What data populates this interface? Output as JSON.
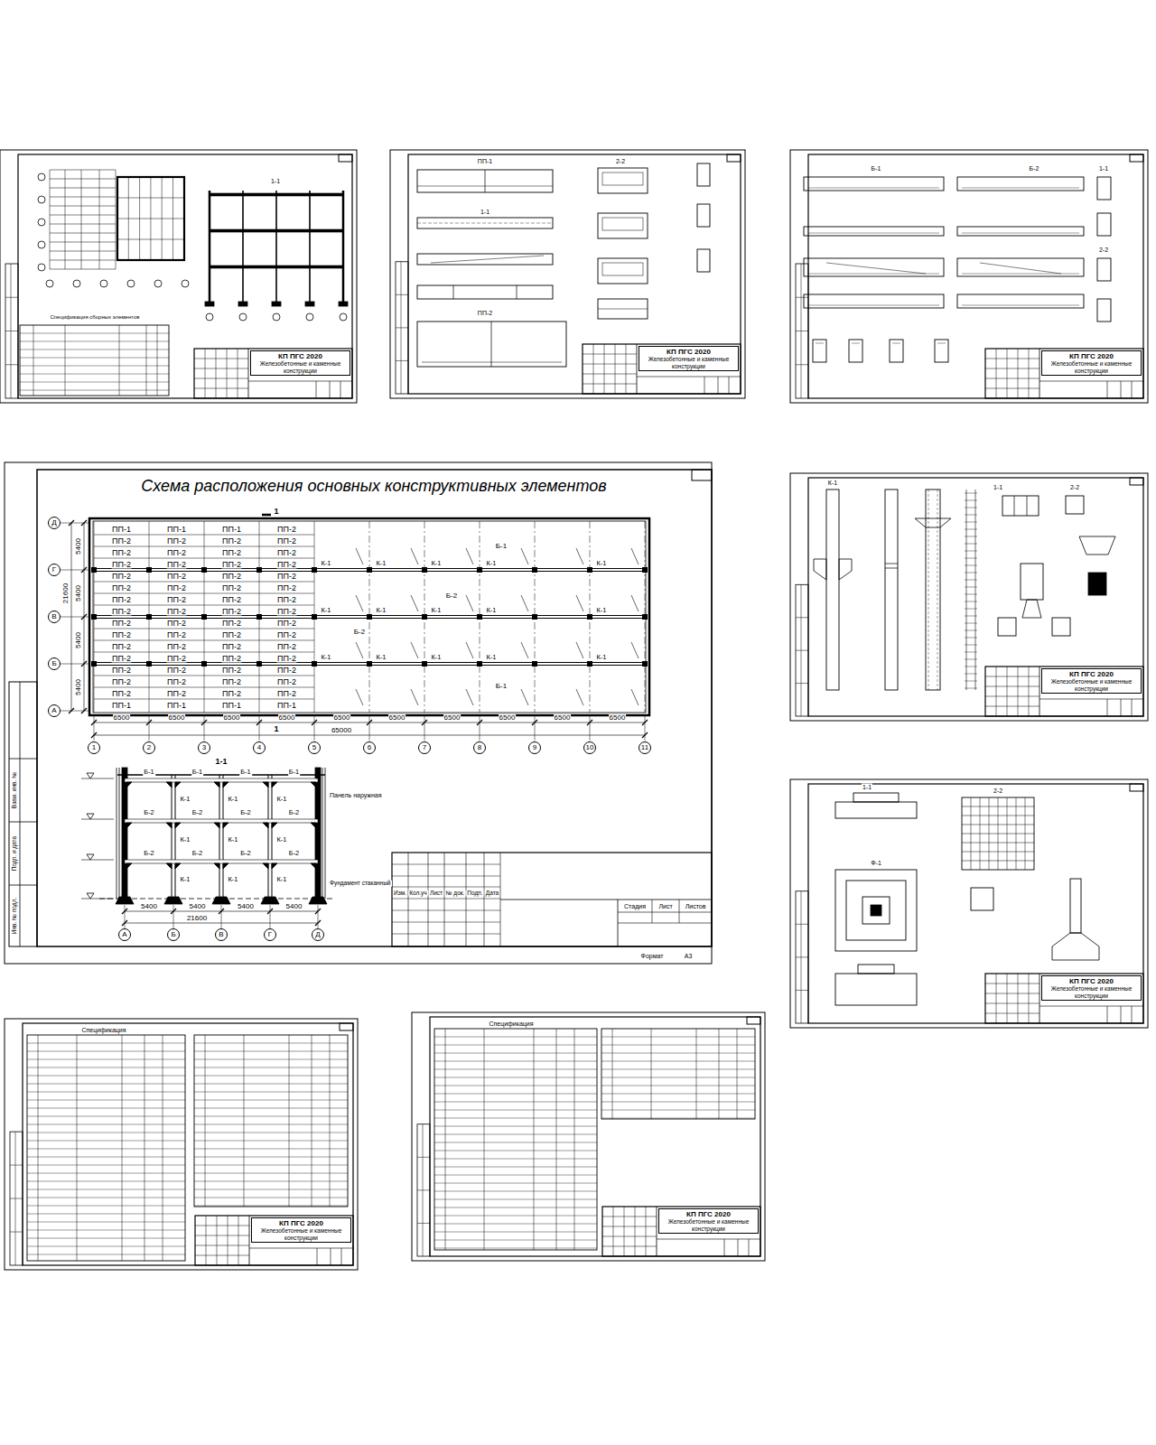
{
  "diagram": {
    "title": "Схема расположения основных конструктивных элементов",
    "nodes": [
      {
        "text": [
          "КП ПГС 2020",
          "Железобетонные и каменные конструкции"
        ]
      },
      {
        "text": [
          "КП ПГС 2020",
          "Железобетонные и каменные конструкции"
        ]
      },
      {
        "text": [
          "КП ПГС 2020",
          "Железобетонные и каменные конструкции"
        ]
      },
      {
        "text": [
          "1"
        ]
      },
      {
        "text": [
          "2"
        ]
      },
      {
        "text": [
          "3"
        ]
      },
      {
        "text": [
          "4"
        ]
      },
      {
        "text": [
          "5"
        ]
      },
      {
        "text": [
          "6"
        ]
      },
      {
        "text": [
          "7"
        ]
      },
      {
        "text": [
          "8"
        ]
      },
      {
        "text": [
          "9"
        ]
      },
      {
        "text": [
          "10"
        ]
      },
      {
        "text": [
          "11"
        ]
      },
      {
        "text": [
          "Д"
        ]
      },
      {
        "text": [
          "Г"
        ]
      },
      {
        "text": [
          "В"
        ]
      },
      {
        "text": [
          "Б"
        ]
      },
      {
        "text": [
          "А"
        ]
      },
      {
        "text": [
          "А"
        ]
      },
      {
        "text": [
          "Б"
        ]
      },
      {
        "text": [
          "В"
        ]
      },
      {
        "text": [
          "Г"
        ]
      },
      {
        "text": [
          "Д"
        ]
      },
      {
        "text": [
          "КП ПГС 2020",
          "Железобетонные и каменные конструкции"
        ]
      },
      {
        "text": [
          "КП ПГС 2020",
          "Железобетонные и каменные конструкции"
        ]
      },
      {
        "text": [
          "КП ПГС 2020",
          "Железобетонные и каменные конструкции"
        ]
      },
      {
        "text": [
          "КП ПГС 2020",
          "Железобетонные и каменные конструкции"
        ]
      }
    ],
    "labels": [
      "1",
      "1",
      "ПП-1",
      "ПП-1",
      "ПП-1",
      "ПП-2",
      "ПП-2",
      "ПП-2",
      "ПП-2",
      "ПП-2",
      "ПП-2",
      "ПП-2",
      "ПП-2",
      "ПП-2",
      "ПП-2",
      "ПП-2",
      "ПП-2",
      "ПП-2",
      "ПП-2",
      "ПП-2",
      "ПП-2",
      "ПП-2",
      "ПП-2",
      "ПП-2",
      "ПП-2",
      "ПП-2",
      "ПП-2",
      "ПП-2",
      "ПП-2",
      "ПП-2",
      "ПП-2",
      "ПП-2",
      "ПП-2",
      "ПП-2",
      "ПП-2",
      "ПП-2",
      "ПП-2",
      "ПП-2",
      "ПП-2",
      "ПП-2",
      "ПП-2",
      "ПП-2",
      "ПП-2",
      "ПП-2",
      "ПП-2",
      "ПП-2",
      "ПП-2",
      "ПП-2",
      "ПП-2",
      "ПП-2",
      "ПП-2",
      "ПП-2",
      "ПП-2",
      "ПП-2",
      "ПП-2",
      "ПП-2",
      "ПП-2",
      "ПП-2",
      "ПП-2",
      "ПП-2",
      "ПП-2",
      "ПП-2",
      "ПП-1",
      "ПП-1",
      "ПП-1",
      "ПП-1",
      "6500",
      "6500",
      "6500",
      "6500",
      "6500",
      "6500",
      "6500",
      "6500",
      "6500",
      "6500",
      "65000",
      "5400",
      "5400",
      "5400",
      "5400",
      "21600",
      "К-1",
      "К-1",
      "К-1",
      "К-1",
      "К-1",
      "К-1",
      "К-1",
      "К-1",
      "К-1",
      "К-1",
      "К-1",
      "К-1",
      "К-1",
      "К-1",
      "К-1",
      "Б-1",
      "Б-1",
      "Б-2",
      "Б-2",
      "1-1",
      "Б-1",
      "Б-1",
      "Б-1",
      "Б-1",
      "Б-2",
      "Б-2",
      "Б-2",
      "Б-2",
      "Б-2",
      "Б-2",
      "Б-2",
      "Б-2",
      "К-1",
      "К-1",
      "К-1",
      "К-1",
      "К-1",
      "К-1",
      "К-1",
      "К-1",
      "К-1",
      "5400",
      "5400",
      "5400",
      "5400",
      "21600",
      "Панель наружная",
      "Фундамент стаканный",
      "Изм.",
      "Кол.уч",
      "Лист",
      "№ док.",
      "Подп.",
      "Дата",
      "Стадия",
      "Лист",
      "Листов",
      "Формат",
      "А3",
      "Инв. № подл.",
      "Подп. и дата",
      "Взам. инв. №",
      "Спецификация сборных элементов",
      "1-1",
      "ПП-1",
      "1-1",
      "ПП-2",
      "2-2",
      "Б-1",
      "Б-2",
      "1-1",
      "2-2",
      "К-1",
      "1-1",
      "2-2",
      "Ф-1",
      "1-1",
      "2-2",
      "Спецификация",
      "Спецификация"
    ]
  }
}
